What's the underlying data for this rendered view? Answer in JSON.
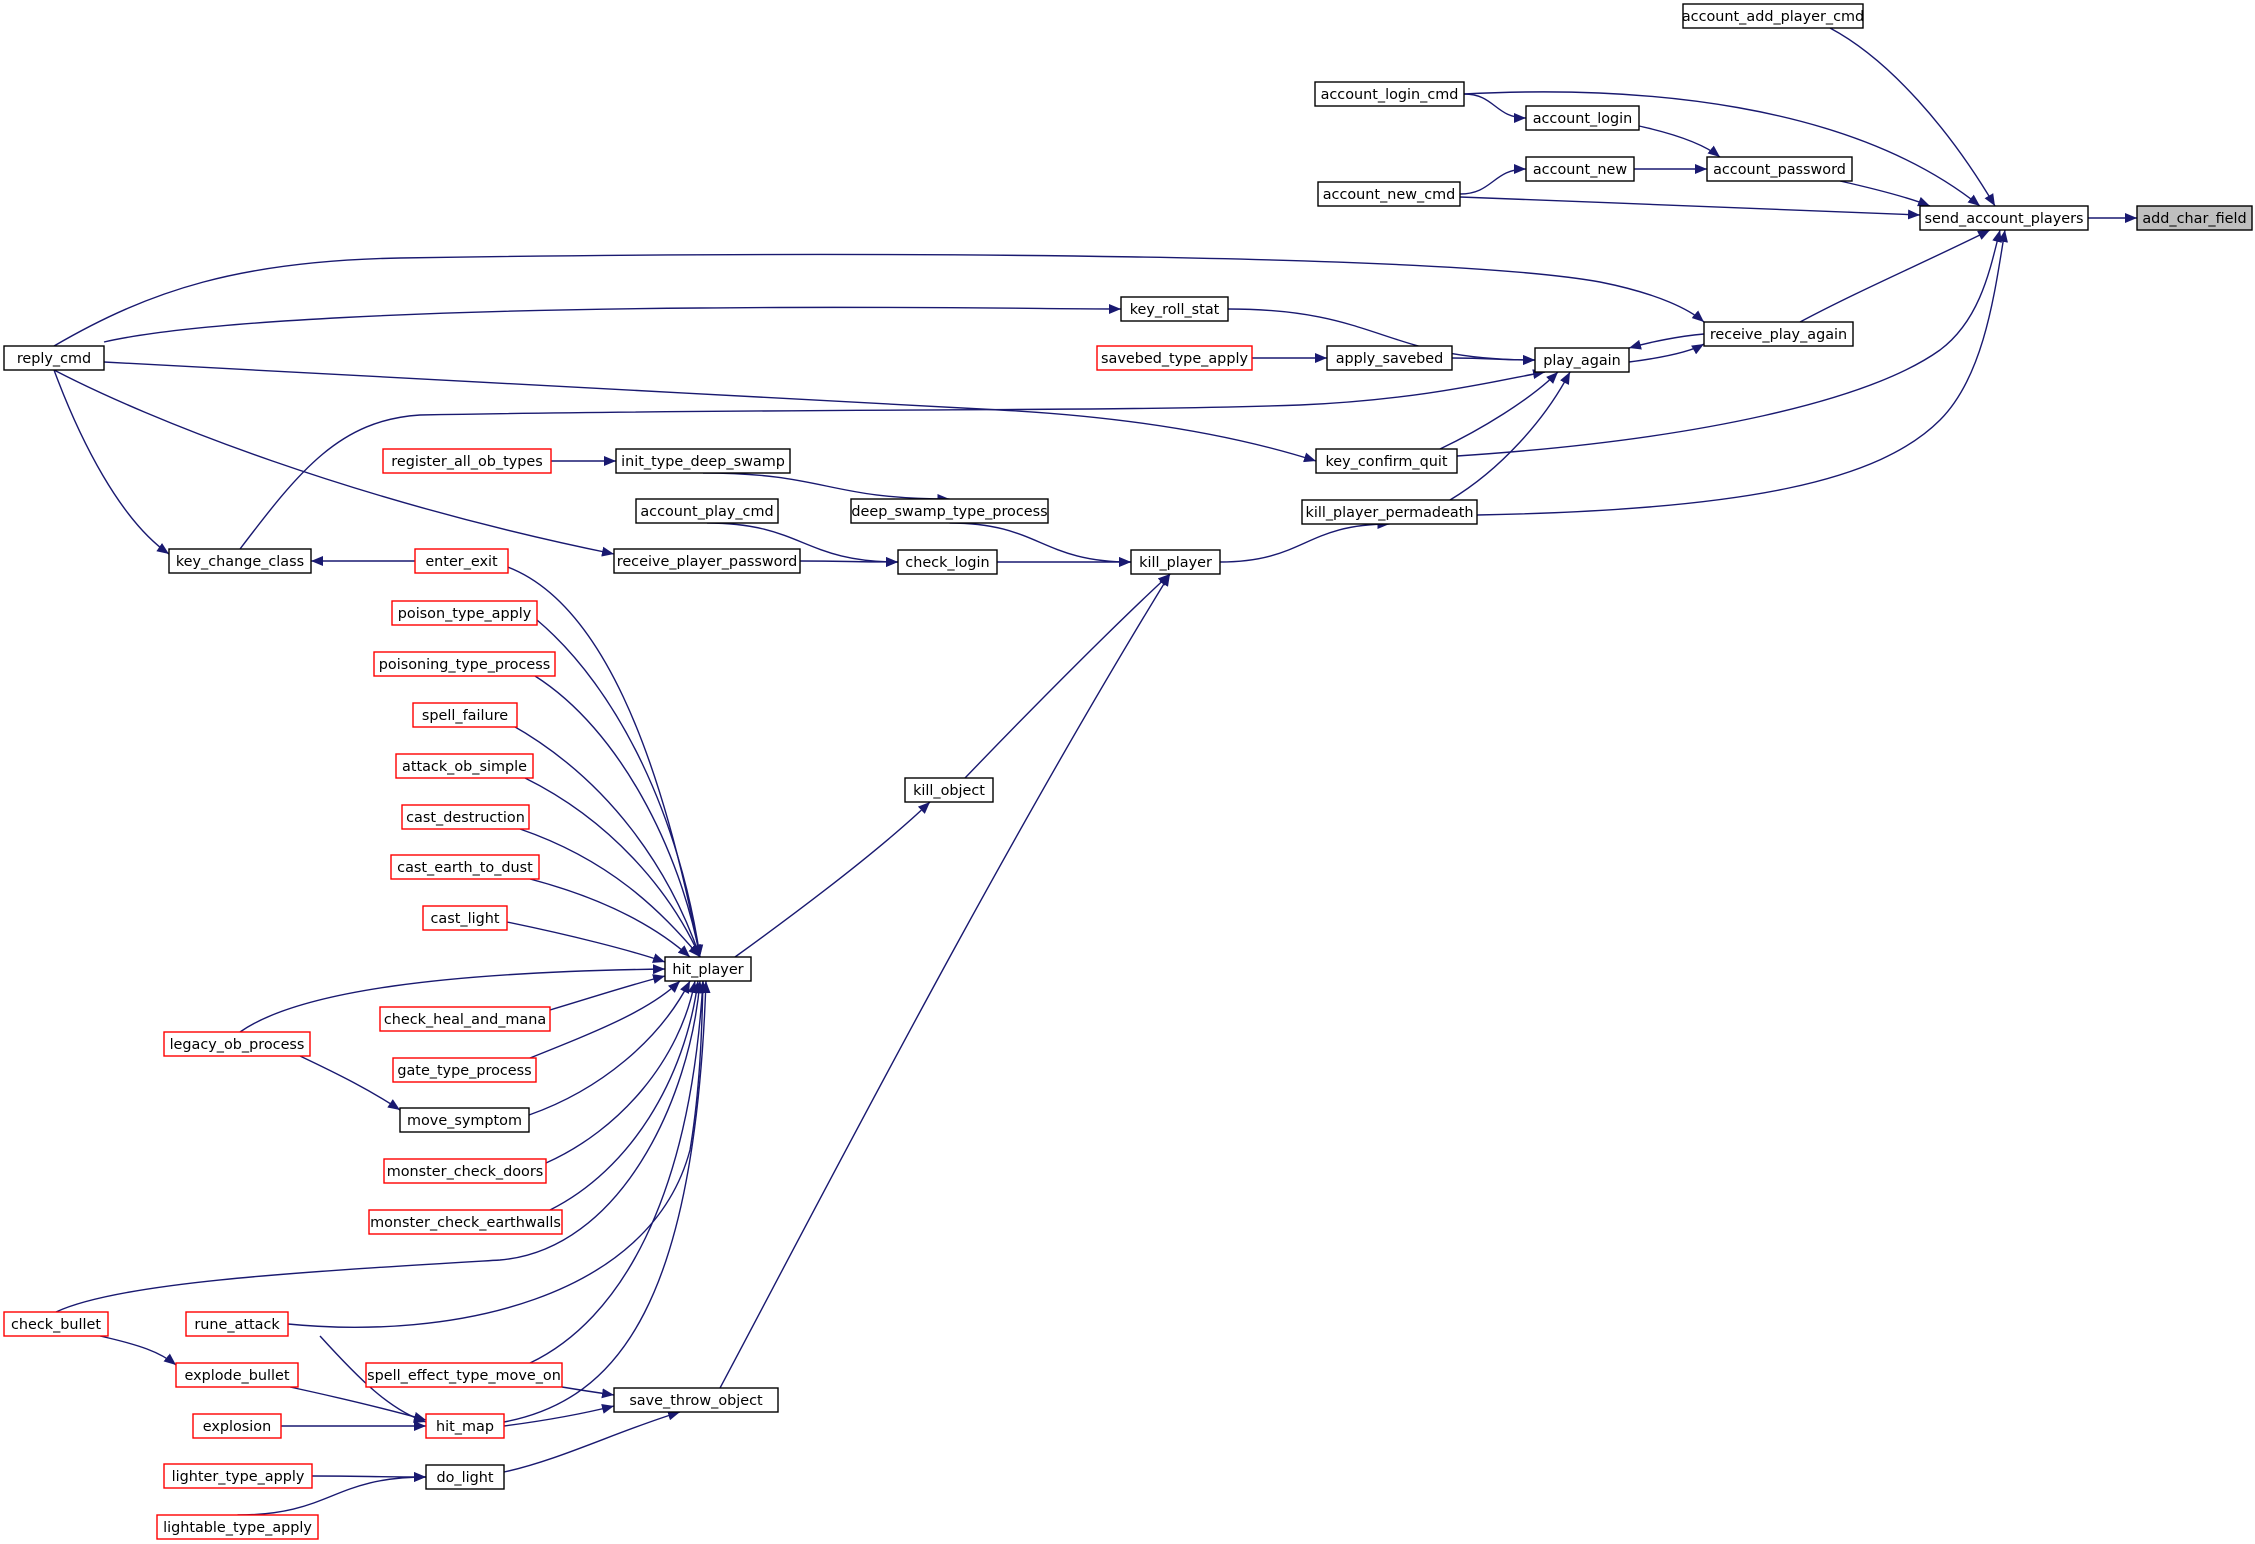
{
  "colors": {
    "edge": "#191970",
    "node_border_documented": "#000000",
    "node_border_undocumented": "#ff0000",
    "focus_fill": "#bfbfbf"
  },
  "nodes": [
    {
      "id": "add_char_field",
      "label": "add_char_field",
      "style": "focus"
    },
    {
      "id": "send_account_players",
      "label": "send_account_players",
      "style": "black"
    },
    {
      "id": "account_add_player_cmd",
      "label": "account_add_player_cmd",
      "style": "black"
    },
    {
      "id": "account_login_cmd",
      "label": "account_login_cmd",
      "style": "black"
    },
    {
      "id": "account_login",
      "label": "account_login",
      "style": "black"
    },
    {
      "id": "account_new",
      "label": "account_new",
      "style": "black"
    },
    {
      "id": "account_password",
      "label": "account_password",
      "style": "black"
    },
    {
      "id": "account_new_cmd",
      "label": "account_new_cmd",
      "style": "black"
    },
    {
      "id": "reply_cmd",
      "label": "reply_cmd",
      "style": "black"
    },
    {
      "id": "key_roll_stat",
      "label": "key_roll_stat",
      "style": "black"
    },
    {
      "id": "receive_play_again",
      "label": "receive_play_again",
      "style": "black"
    },
    {
      "id": "savebed_type_apply",
      "label": "savebed_type_apply",
      "style": "red"
    },
    {
      "id": "apply_savebed",
      "label": "apply_savebed",
      "style": "black"
    },
    {
      "id": "play_again",
      "label": "play_again",
      "style": "black"
    },
    {
      "id": "register_all_ob_types",
      "label": "register_all_ob_types",
      "style": "red"
    },
    {
      "id": "init_type_deep_swamp",
      "label": "init_type_deep_swamp",
      "style": "black"
    },
    {
      "id": "key_confirm_quit",
      "label": "key_confirm_quit",
      "style": "black"
    },
    {
      "id": "account_play_cmd",
      "label": "account_play_cmd",
      "style": "black"
    },
    {
      "id": "deep_swamp_type_process",
      "label": "deep_swamp_type_process",
      "style": "black"
    },
    {
      "id": "kill_player_permadeath",
      "label": "kill_player_permadeath",
      "style": "black"
    },
    {
      "id": "key_change_class",
      "label": "key_change_class",
      "style": "black"
    },
    {
      "id": "enter_exit",
      "label": "enter_exit",
      "style": "red"
    },
    {
      "id": "receive_player_password",
      "label": "receive_player_password",
      "style": "black"
    },
    {
      "id": "check_login",
      "label": "check_login",
      "style": "black"
    },
    {
      "id": "kill_player",
      "label": "kill_player",
      "style": "black"
    },
    {
      "id": "poison_type_apply",
      "label": "poison_type_apply",
      "style": "red"
    },
    {
      "id": "poisoning_type_process",
      "label": "poisoning_type_process",
      "style": "red"
    },
    {
      "id": "spell_failure",
      "label": "spell_failure",
      "style": "red"
    },
    {
      "id": "attack_ob_simple",
      "label": "attack_ob_simple",
      "style": "red"
    },
    {
      "id": "kill_object",
      "label": "kill_object",
      "style": "black"
    },
    {
      "id": "cast_destruction",
      "label": "cast_destruction",
      "style": "red"
    },
    {
      "id": "cast_earth_to_dust",
      "label": "cast_earth_to_dust",
      "style": "red"
    },
    {
      "id": "cast_light",
      "label": "cast_light",
      "style": "red"
    },
    {
      "id": "hit_player",
      "label": "hit_player",
      "style": "black"
    },
    {
      "id": "check_heal_and_mana",
      "label": "check_heal_and_mana",
      "style": "red"
    },
    {
      "id": "legacy_ob_process",
      "label": "legacy_ob_process",
      "style": "red"
    },
    {
      "id": "gate_type_process",
      "label": "gate_type_process",
      "style": "red"
    },
    {
      "id": "move_symptom",
      "label": "move_symptom",
      "style": "black"
    },
    {
      "id": "monster_check_doors",
      "label": "monster_check_doors",
      "style": "red"
    },
    {
      "id": "monster_check_earthwalls",
      "label": "monster_check_earthwalls",
      "style": "red"
    },
    {
      "id": "check_bullet",
      "label": "check_bullet",
      "style": "red"
    },
    {
      "id": "rune_attack",
      "label": "rune_attack",
      "style": "red"
    },
    {
      "id": "spell_effect_type_move_on",
      "label": "spell_effect_type_move_on",
      "style": "red"
    },
    {
      "id": "explode_bullet",
      "label": "explode_bullet",
      "style": "red"
    },
    {
      "id": "save_throw_object",
      "label": "save_throw_object",
      "style": "black"
    },
    {
      "id": "explosion",
      "label": "explosion",
      "style": "red"
    },
    {
      "id": "hit_map",
      "label": "hit_map",
      "style": "red"
    },
    {
      "id": "lighter_type_apply",
      "label": "lighter_type_apply",
      "style": "red"
    },
    {
      "id": "do_light",
      "label": "do_light",
      "style": "black"
    },
    {
      "id": "lightable_type_apply",
      "label": "lightable_type_apply",
      "style": "red"
    }
  ],
  "edges": [
    [
      "send_account_players",
      "add_char_field"
    ],
    [
      "account_add_player_cmd",
      "send_account_players"
    ],
    [
      "account_login_cmd",
      "send_account_players"
    ],
    [
      "account_login_cmd",
      "account_login"
    ],
    [
      "account_login",
      "account_password"
    ],
    [
      "account_new",
      "account_password"
    ],
    [
      "account_password",
      "send_account_players"
    ],
    [
      "account_new_cmd",
      "account_new"
    ],
    [
      "account_new_cmd",
      "send_account_players"
    ],
    [
      "receive_play_again",
      "send_account_players"
    ],
    [
      "key_confirm_quit",
      "send_account_players"
    ],
    [
      "kill_player_permadeath",
      "send_account_players"
    ],
    [
      "reply_cmd",
      "receive_play_again"
    ],
    [
      "reply_cmd",
      "key_roll_stat"
    ],
    [
      "reply_cmd",
      "key_confirm_quit"
    ],
    [
      "reply_cmd",
      "receive_player_password"
    ],
    [
      "reply_cmd",
      "key_change_class"
    ],
    [
      "key_roll_stat",
      "play_again"
    ],
    [
      "savebed_type_apply",
      "apply_savebed"
    ],
    [
      "apply_savebed",
      "play_again"
    ],
    [
      "key_change_class",
      "play_again"
    ],
    [
      "key_confirm_quit",
      "play_again"
    ],
    [
      "kill_player_permadeath",
      "play_again"
    ],
    [
      "play_again",
      "receive_play_again"
    ],
    [
      "receive_play_again",
      "play_again"
    ],
    [
      "register_all_ob_types",
      "init_type_deep_swamp"
    ],
    [
      "init_type_deep_swamp",
      "deep_swamp_type_process"
    ],
    [
      "deep_swamp_type_process",
      "kill_player"
    ],
    [
      "account_play_cmd",
      "check_login"
    ],
    [
      "receive_player_password",
      "check_login"
    ],
    [
      "check_login",
      "kill_player"
    ],
    [
      "kill_player",
      "kill_player_permadeath"
    ],
    [
      "enter_exit",
      "key_change_class"
    ],
    [
      "kill_object",
      "kill_player"
    ],
    [
      "save_throw_object",
      "kill_player"
    ],
    [
      "hit_player",
      "kill_object"
    ],
    [
      "enter_exit",
      "hit_player"
    ],
    [
      "poison_type_apply",
      "hit_player"
    ],
    [
      "poisoning_type_process",
      "hit_player"
    ],
    [
      "spell_failure",
      "hit_player"
    ],
    [
      "attack_ob_simple",
      "hit_player"
    ],
    [
      "cast_destruction",
      "hit_player"
    ],
    [
      "cast_earth_to_dust",
      "hit_player"
    ],
    [
      "cast_light",
      "hit_player"
    ],
    [
      "legacy_ob_process",
      "hit_player"
    ],
    [
      "check_heal_and_mana",
      "hit_player"
    ],
    [
      "gate_type_process",
      "hit_player"
    ],
    [
      "move_symptom",
      "hit_player"
    ],
    [
      "monster_check_doors",
      "hit_player"
    ],
    [
      "monster_check_earthwalls",
      "hit_player"
    ],
    [
      "check_bullet",
      "hit_player"
    ],
    [
      "rune_attack",
      "hit_player"
    ],
    [
      "spell_effect_type_move_on",
      "hit_player"
    ],
    [
      "hit_map",
      "hit_player"
    ],
    [
      "legacy_ob_process",
      "move_symptom"
    ],
    [
      "check_bullet",
      "explode_bullet"
    ],
    [
      "explode_bullet",
      "hit_map"
    ],
    [
      "explosion",
      "hit_map"
    ],
    [
      "rune_attack",
      "hit_map"
    ],
    [
      "hit_map",
      "save_throw_object"
    ],
    [
      "spell_effect_type_move_on",
      "save_throw_object"
    ],
    [
      "do_light",
      "save_throw_object"
    ],
    [
      "lighter_type_apply",
      "do_light"
    ],
    [
      "lightable_type_apply",
      "do_light"
    ]
  ]
}
